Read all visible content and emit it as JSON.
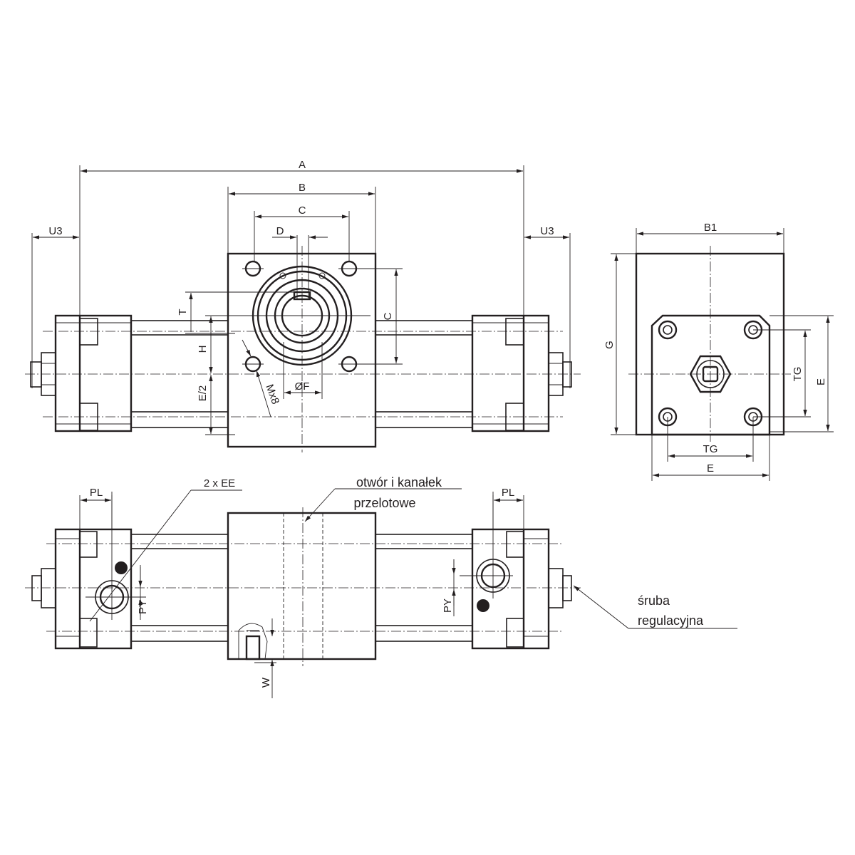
{
  "drawing": {
    "front_view": {
      "dims": {
        "A": "A",
        "B": "B",
        "C_top": "C",
        "D": "D",
        "U3_left": "U3",
        "U3_right": "U3",
        "C_side": "C",
        "T": "T",
        "H": "H",
        "E_half": "E/2",
        "F": "ØF",
        "thread": "Mx8"
      }
    },
    "side_view": {
      "dims": {
        "B1": "B1",
        "G": "G",
        "TG_v": "TG",
        "E_v": "E",
        "TG_h": "TG",
        "E_h": "E"
      }
    },
    "bottom_view": {
      "dims": {
        "PL_left": "PL",
        "PL_right": "PL",
        "EE": "2 x EE",
        "PY_left": "PY",
        "PY_right": "PY",
        "W": "W"
      },
      "notes": {
        "bore_line1": "otwór i kanałek",
        "bore_line2": "przelotowe",
        "screw_line1": "śruba",
        "screw_line2": "regulacyjna"
      }
    }
  }
}
